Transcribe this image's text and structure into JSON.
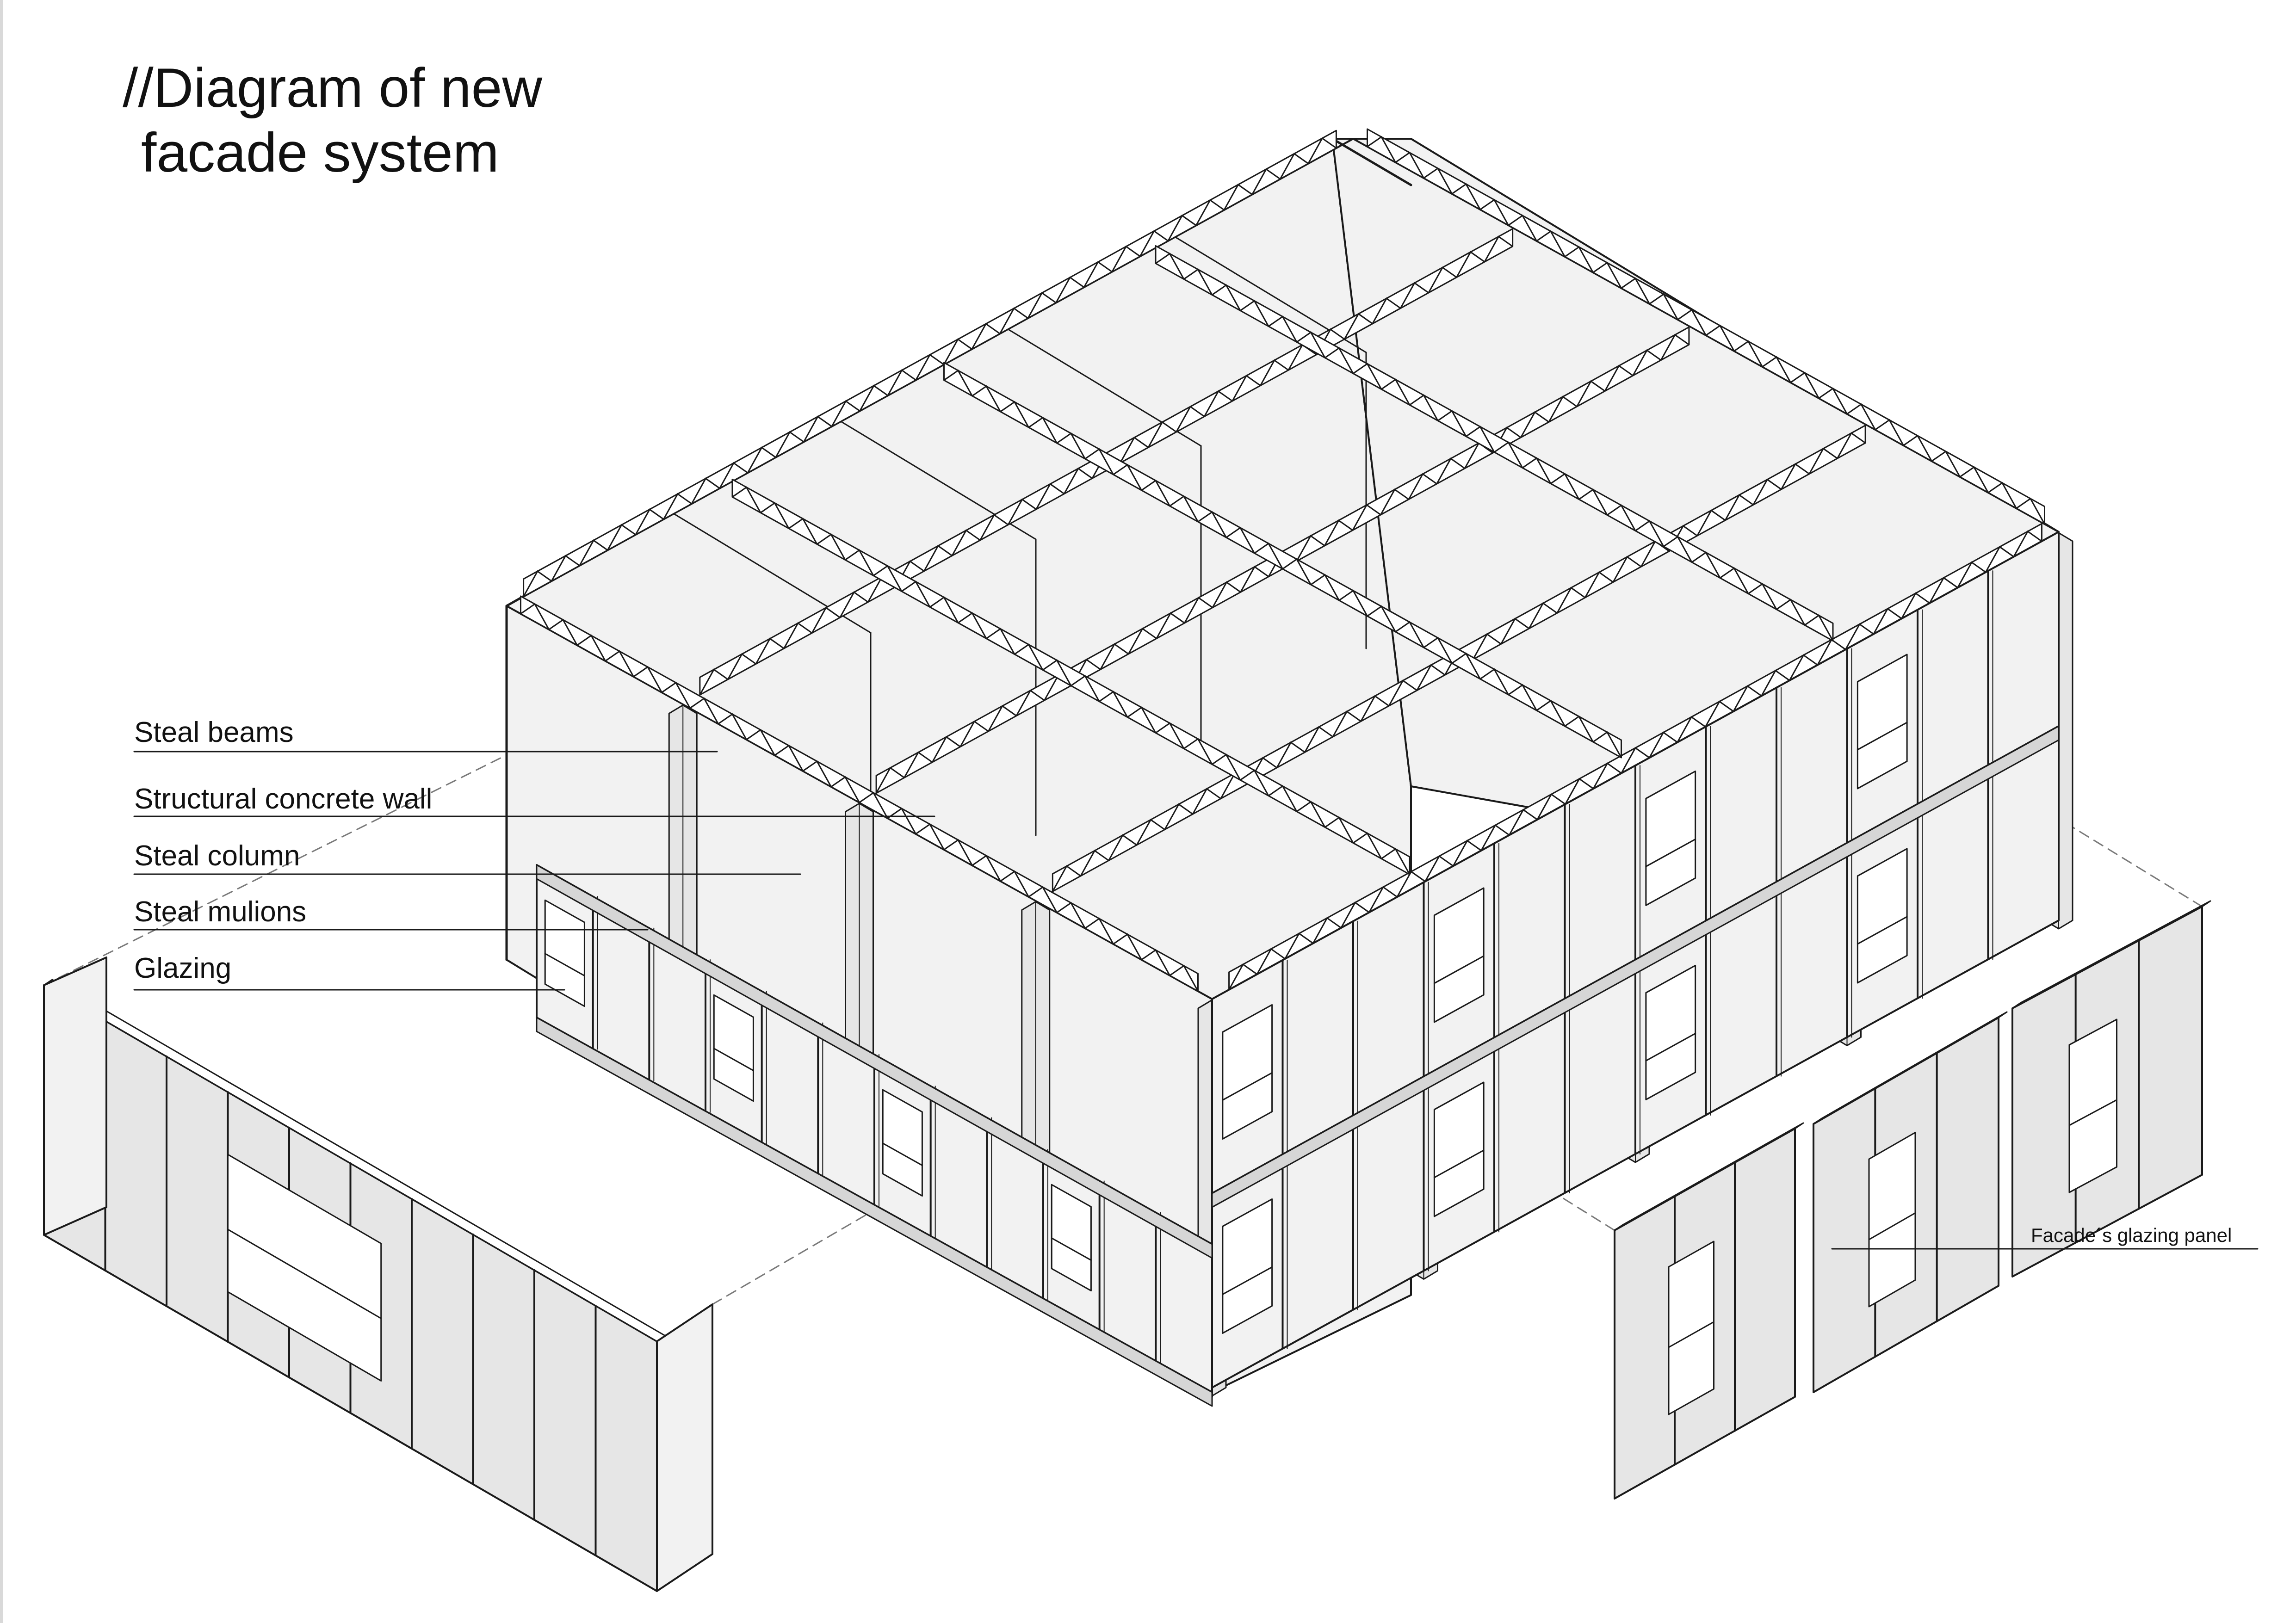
{
  "title": {
    "line1": "//Diagram of new",
    "line2": "facade system"
  },
  "labels": [
    {
      "id": "steal-beams",
      "text": "Steal beams"
    },
    {
      "id": "structural-concrete-wall",
      "text": "Structural concrete wall"
    },
    {
      "id": "steal-column",
      "text": "Steal column"
    },
    {
      "id": "steal-mulions",
      "text": "Steal mulions"
    },
    {
      "id": "glazing",
      "text": "Glazing"
    },
    {
      "id": "facade-glazing-panel",
      "text": "Facade´s glazing panel"
    }
  ],
  "colors": {
    "line": "#1a1a1a",
    "fill_light": "#f2f2f2",
    "fill_mid": "#e6e6e6",
    "fill_dark": "#d6d6d6",
    "dash": "#7a7a7a"
  }
}
